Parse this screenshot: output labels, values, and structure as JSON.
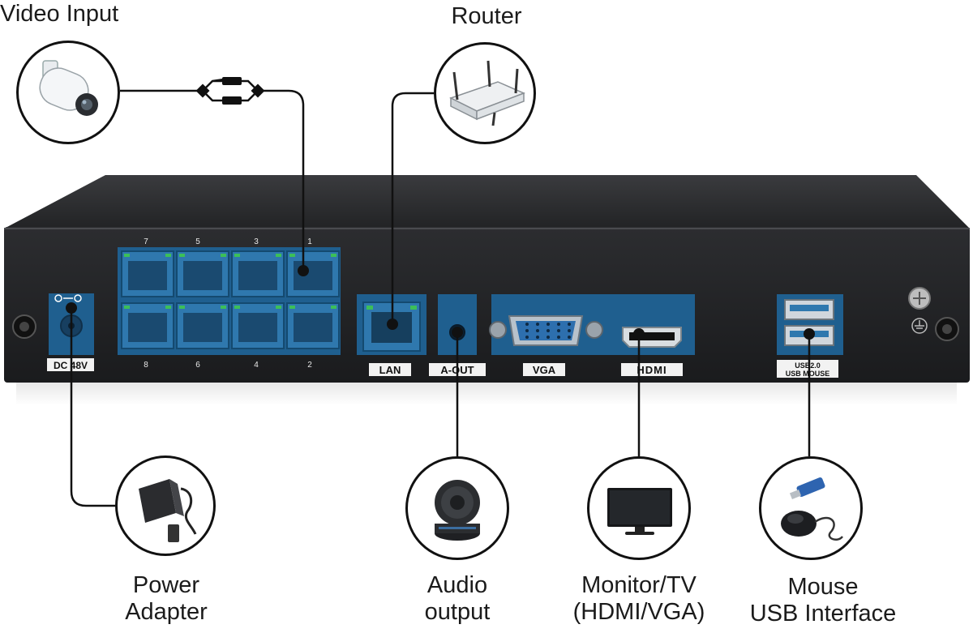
{
  "labels": {
    "video_input": "Video Input",
    "router": "Router",
    "power_adapter": [
      "Power",
      "Adapter"
    ],
    "audio_output": [
      "Audio",
      "output"
    ],
    "monitor_tv": [
      "Monitor/TV",
      "(HDMI/VGA)"
    ],
    "mouse_usb": [
      "Mouse",
      "USB Interface"
    ]
  },
  "device": {
    "port_numbers_top": [
      "7",
      "5",
      "3",
      "1"
    ],
    "port_numbers_bottom": [
      "8",
      "6",
      "4",
      "2"
    ],
    "dc_label": "DC 48V",
    "lan_label": "LAN",
    "aout_label": "A-OUT",
    "vga_label": "VGA",
    "hdmi_label": "HDMI",
    "usb_label_top": "USB2.0",
    "usb_label_bottom": "USB MOUSE"
  },
  "colors": {
    "device_body": "#2a2b2d",
    "port_panel": "#1f5f8f",
    "port_highlight": "#2f78ae",
    "line": "#111111"
  }
}
